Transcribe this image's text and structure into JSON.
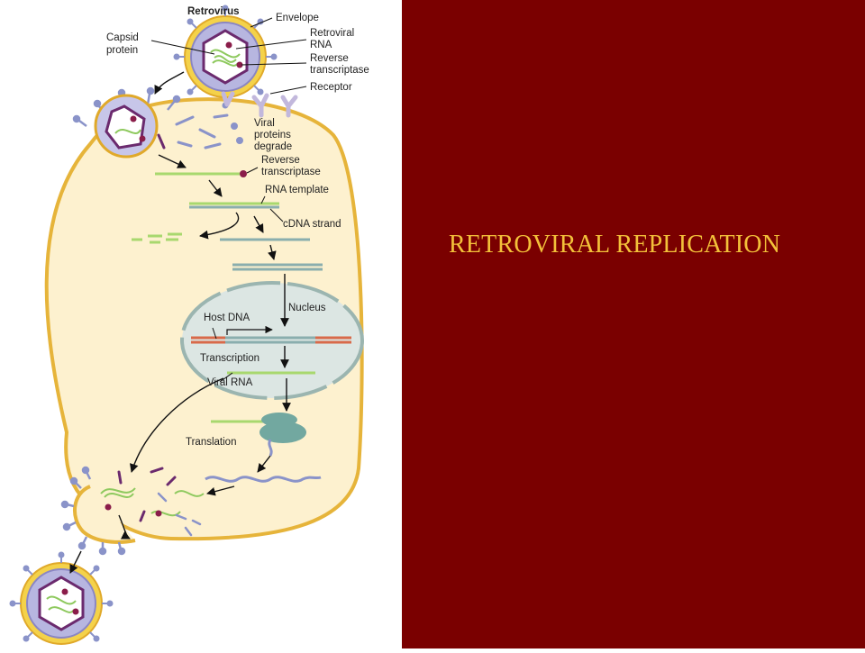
{
  "slide": {
    "title": "RETROVIRAL REPLICATION"
  },
  "colors": {
    "panel_background": "#7a0000",
    "title_text": "#f3c13a",
    "cell_fill": "#fdf1cf",
    "membrane": "#e6b43a",
    "nucleus_fill": "#dce6e3",
    "rna_strand": "#a8d86e",
    "dna_strand": "#8aaeae",
    "host_dna": "#d86a4a",
    "spike_protein": "#8a93c9",
    "capsid": "#6b2a6e"
  },
  "diagram": {
    "labels": {
      "retrovirus": "Retrovirus",
      "envelope": "Envelope",
      "capsid_protein_line1": "Capsid",
      "capsid_protein_line2": "protein",
      "retroviral_rna_line1": "Retroviral",
      "retroviral_rna_line2": "RNA",
      "reverse_transcriptase_top_line1": "Reverse",
      "reverse_transcriptase_top_line2": "transcriptase",
      "receptor": "Receptor",
      "viral_proteins_line1": "Viral",
      "viral_proteins_line2": "proteins",
      "viral_proteins_line3": "degrade",
      "reverse_transcriptase_line1": "Reverse",
      "reverse_transcriptase_line2": "transcriptase",
      "rna_template": "RNA template",
      "cdna_strand": "cDNA strand",
      "nucleus": "Nucleus",
      "host_dna": "Host DNA",
      "transcription": "Transcription",
      "viral_rna": "Viral RNA",
      "translation": "Translation"
    }
  }
}
